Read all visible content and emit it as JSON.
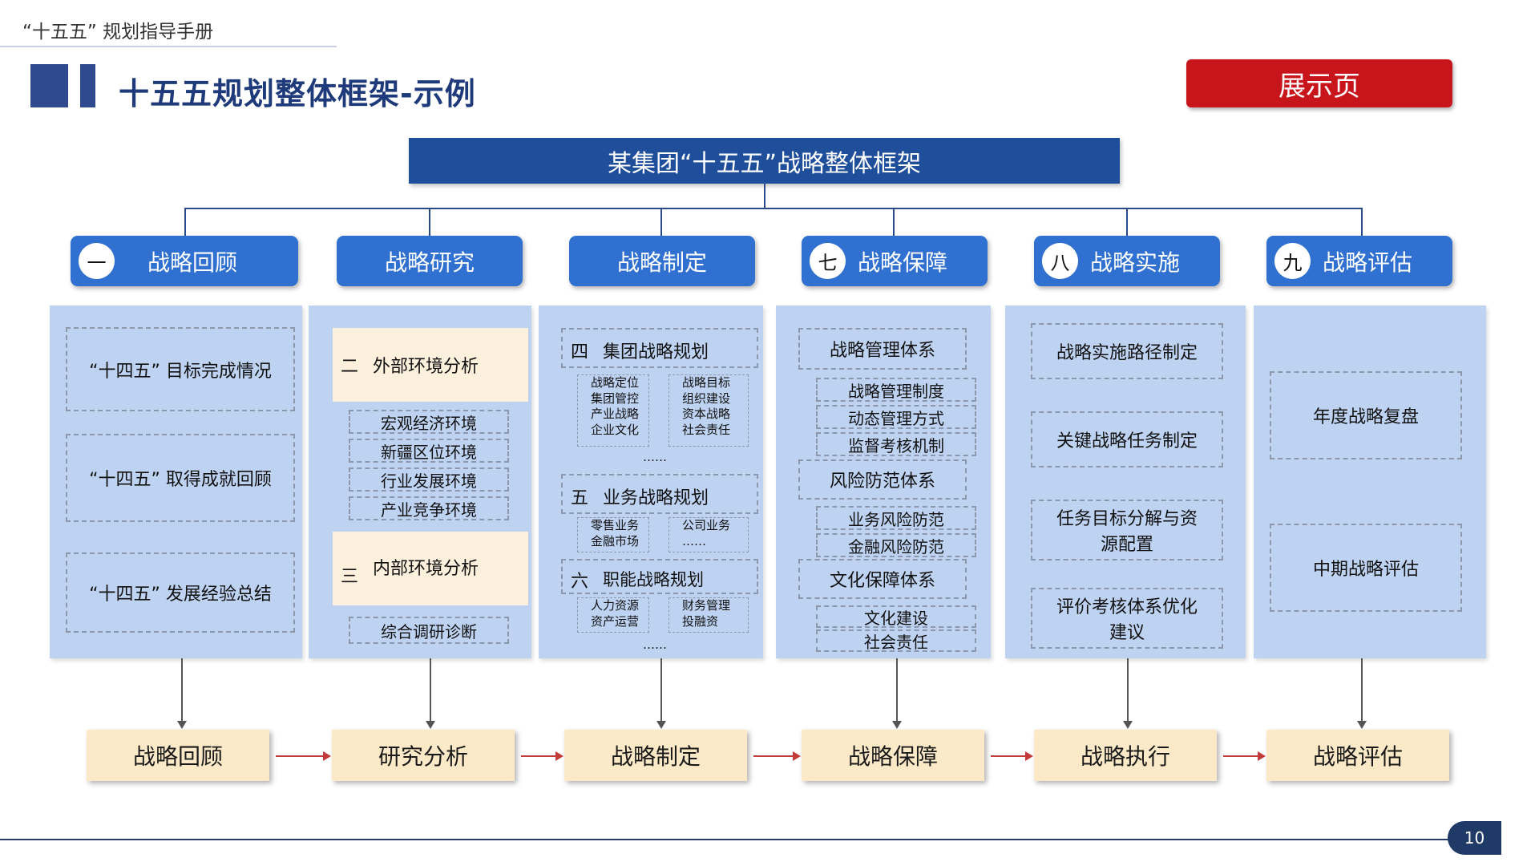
{
  "header": {
    "doc_title": "“十五五” 规划指导手册",
    "page_title": "十五五规划整体框架-示例",
    "badge": "展示页"
  },
  "root": "某集团“十五五”战略整体框架",
  "categories": [
    {
      "num": "一",
      "label": "战略回顾"
    },
    {
      "num": "",
      "label": "战略研究"
    },
    {
      "num": "",
      "label": "战略制定"
    },
    {
      "num": "七",
      "label": "战略保障"
    },
    {
      "num": "八",
      "label": "战略实施"
    },
    {
      "num": "九",
      "label": "战略评估"
    }
  ],
  "col1": {
    "items": [
      "“十四五” 目标完成情况",
      "“十四五” 取得成就回顾",
      "“十四五” 发展经验总结"
    ]
  },
  "col2": {
    "external": {
      "num": "二",
      "label": "外部环境分析",
      "items": [
        "宏观经济环境",
        "新疆区位环境",
        "行业发展环境",
        "产业竞争环境"
      ]
    },
    "internal": {
      "num": "三",
      "label": "内部环境分析",
      "items": [
        "综合调研诊断"
      ]
    }
  },
  "col3": {
    "group": {
      "num": "四",
      "label": "集团战略规划",
      "left": [
        "战略定位",
        "集团管控",
        "产业战略",
        "企业文化"
      ],
      "right": [
        "战略目标",
        "组织建设",
        "资本战略",
        "社会责任"
      ],
      "more": "……"
    },
    "business": {
      "num": "五",
      "label": "业务战略规划",
      "left": [
        "零售业务",
        "金融市场"
      ],
      "right": [
        "公司业务",
        "……"
      ]
    },
    "function": {
      "num": "六",
      "label": "职能战略规划",
      "left": [
        "人力资源",
        "资产运营"
      ],
      "right": [
        "财务管理",
        "投融资"
      ],
      "more": "……"
    }
  },
  "col4": {
    "mgmt": {
      "label": "战略管理体系",
      "items": [
        "战略管理制度",
        "动态管理方式",
        "监督考核机制"
      ]
    },
    "risk": {
      "label": "风险防范体系",
      "items": [
        "业务风险防范",
        "金融风险防范"
      ]
    },
    "culture": {
      "label": "文化保障体系",
      "items": [
        "文化建设",
        "社会责任"
      ]
    }
  },
  "col5": {
    "items": [
      "战略实施路径制定",
      "关键战略任务制定",
      "任务目标分解与资源配置",
      "评价考核体系优化建议"
    ]
  },
  "col6": {
    "items": [
      "年度战略复盘",
      "中期战略评估"
    ]
  },
  "flow": [
    "战略回顾",
    "研究分析",
    "战略制定",
    "战略保障",
    "战略执行",
    "战略评估"
  ],
  "page_number": "10"
}
